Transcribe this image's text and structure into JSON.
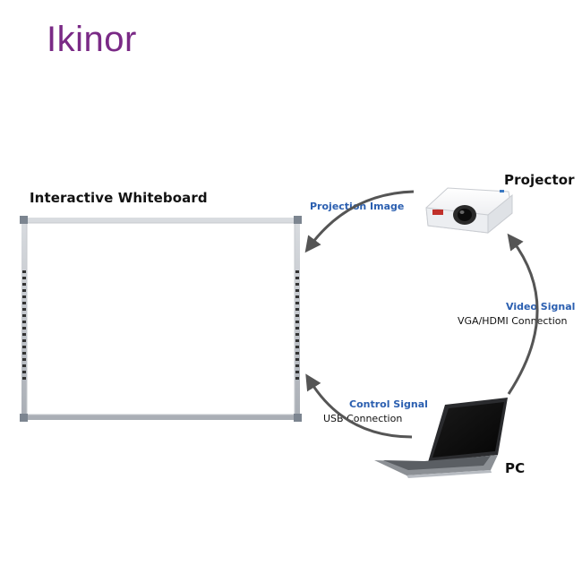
{
  "brand": {
    "logo_text": "Ikinor",
    "color": "#7a2a86"
  },
  "labels": {
    "whiteboard": "Interactive Whiteboard",
    "projector": "Projector",
    "pc": "PC",
    "projection_image": "Projection Image",
    "video_signal": "Video Signal",
    "video_connection": "VGA/HDMI Connection",
    "control_signal": "Control Signal",
    "usb_connection": "USB Connection"
  },
  "colors": {
    "accent_blue": "#2b5fb0",
    "arrow": "#555555",
    "frame": "#b8bcc2"
  },
  "icons": [
    "interactive-whiteboard-illustration",
    "projector-illustration",
    "laptop-illustration"
  ]
}
